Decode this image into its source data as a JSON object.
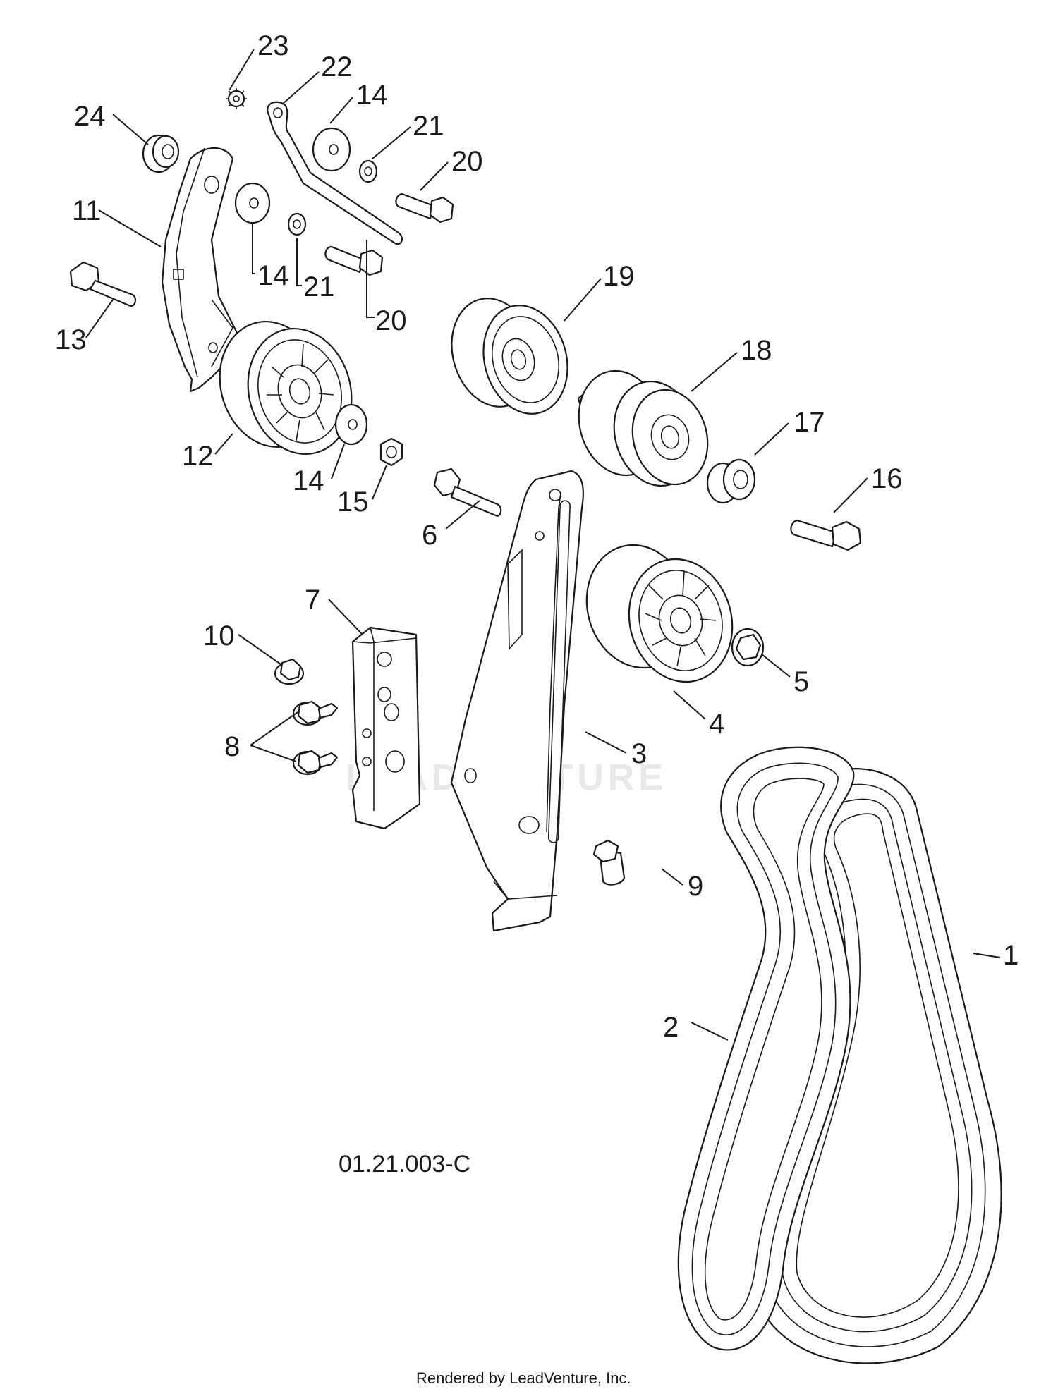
{
  "watermark": "LEADVENTURE",
  "diagram_ref": "01.21.003-C",
  "footer": "Rendered by LeadVenture, Inc.",
  "parts": {
    "p1": "1",
    "p2": "2",
    "p3": "3",
    "p4": "4",
    "p5": "5",
    "p6": "6",
    "p7": "7",
    "p8": "8",
    "p9": "9",
    "p10": "10",
    "p11": "11",
    "p12": "12",
    "p13": "13",
    "p14a": "14",
    "p14b": "14",
    "p14c": "14",
    "p15": "15",
    "p16": "16",
    "p17": "17",
    "p18": "18",
    "p19": "19",
    "p20a": "20",
    "p20b": "20",
    "p21a": "21",
    "p21b": "21",
    "p22": "22",
    "p23": "23",
    "p24": "24"
  }
}
